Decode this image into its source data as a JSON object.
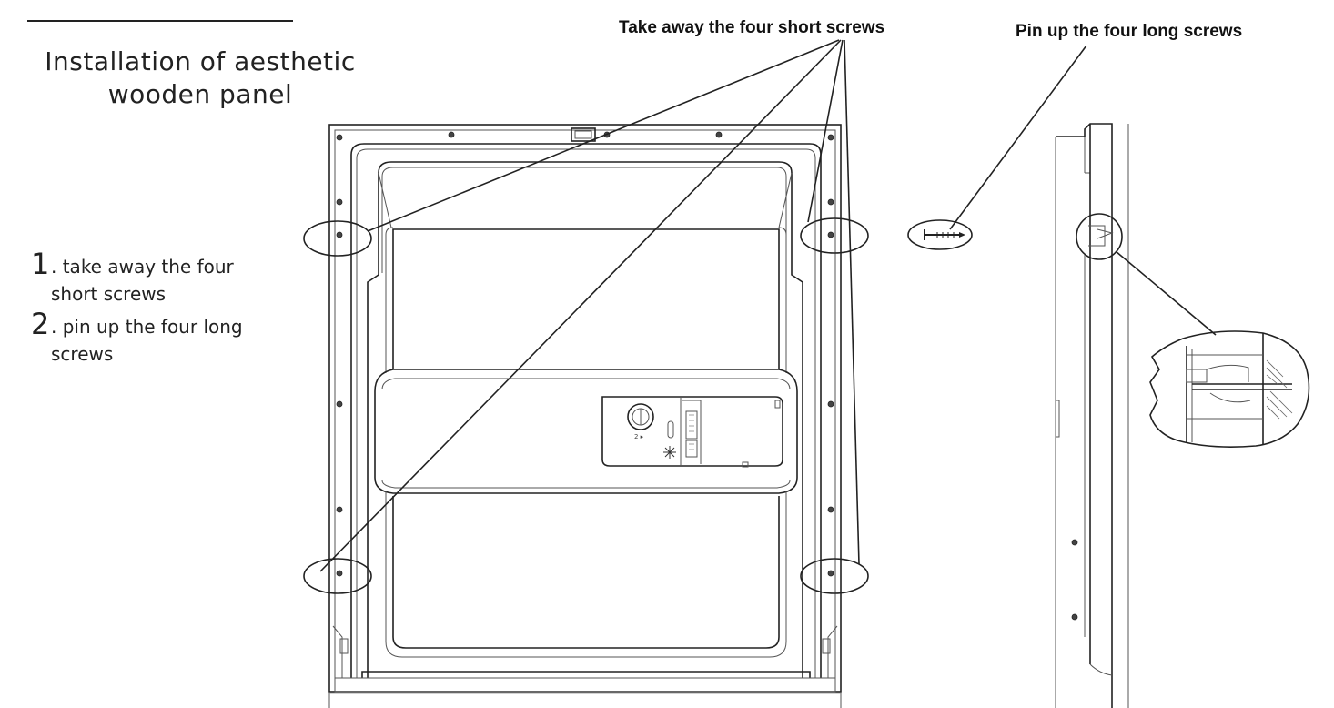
{
  "heading": {
    "line1": "Installation of aesthetic",
    "line2": "wooden panel"
  },
  "steps": [
    {
      "number": "1",
      "text": ". take away the four\nshort  screws"
    },
    {
      "number": "2",
      "text": ". pin up the four long\nscrews"
    }
  ],
  "callouts": {
    "short_screws": "Take away the four short screws",
    "long_screws": "Pin up  the four long screws"
  },
  "icons": {
    "screw": "long-screw-icon",
    "knob": "dial-knob-icon"
  }
}
